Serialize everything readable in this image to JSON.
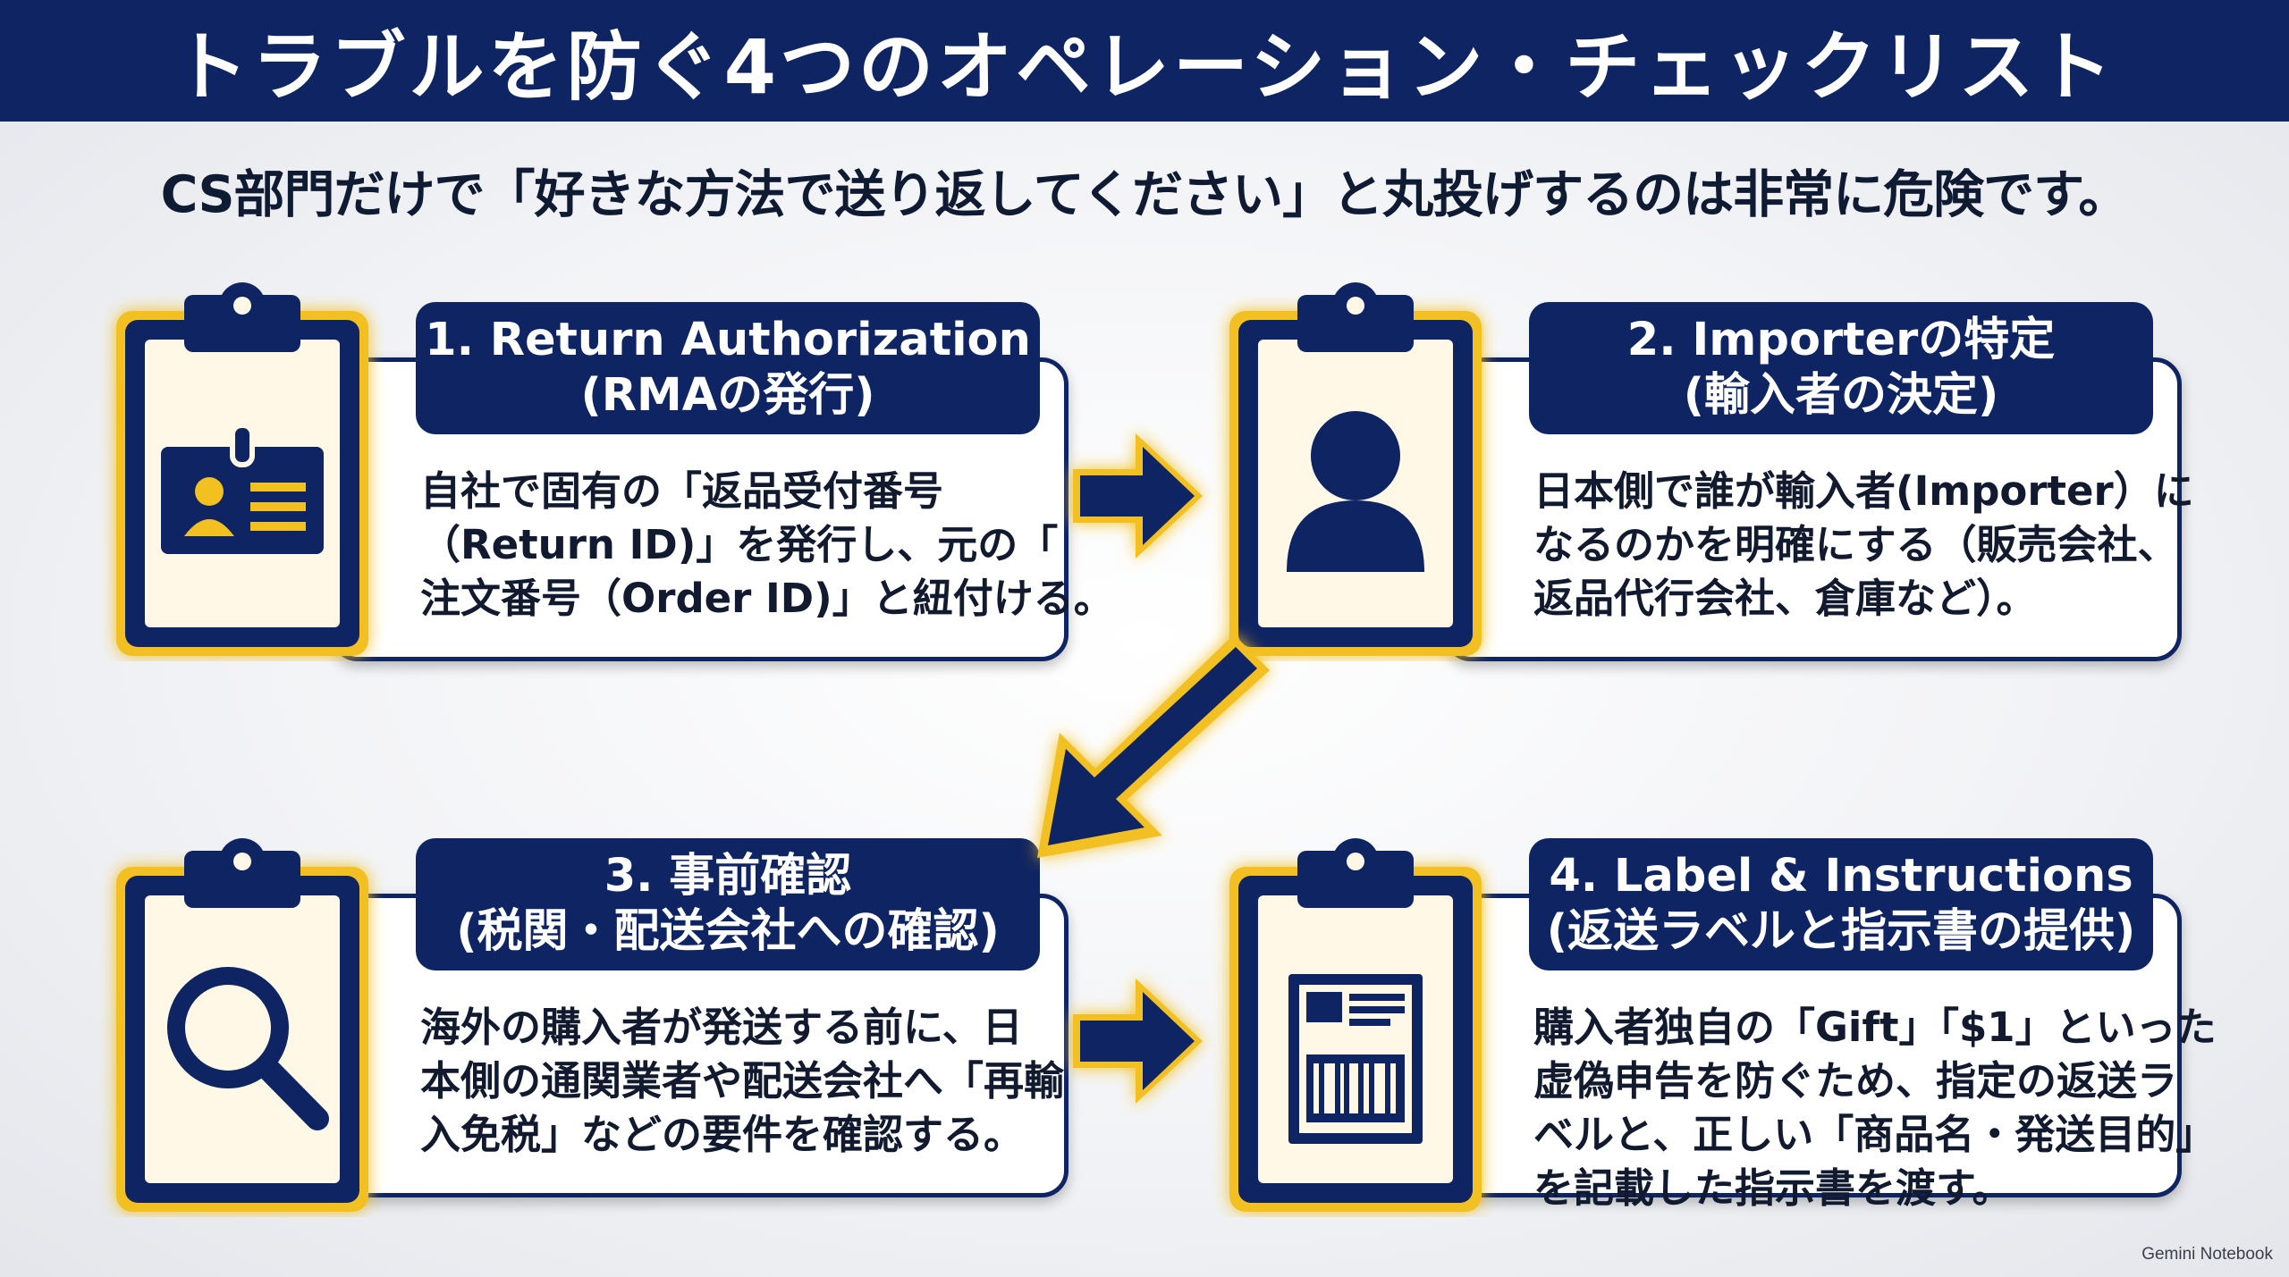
{
  "title": "トラブルを防ぐ4つのオペレーション・チェックリスト",
  "subtitle": "CS部門だけで「好きな方法で送り返してください」と丸投げするのは非常に危険です。",
  "steps": [
    {
      "head_line1": "1. Return Authorization",
      "head_line2": "(RMAの発行)",
      "body": [
        "自社で固有の「返品受付番号",
        "（Return ID)」を発行し、元の「",
        "注文番号（Order ID)」と紐付ける。"
      ],
      "icon": "id-card-icon"
    },
    {
      "head_line1": "2. Importerの特定",
      "head_line2": "(輸入者の決定)",
      "body": [
        "日本側で誰が輸入者(Importer）に",
        "なるのかを明確にする（販売会社、",
        "返品代行会社、倉庫など）。"
      ],
      "icon": "person-icon"
    },
    {
      "head_line1": "3. 事前確認",
      "head_line2": "(税関・配送会社への確認)",
      "body": [
        "海外の購入者が発送する前に、日",
        "本側の通関業者や配送会社へ「再輸",
        "入免税」などの要件を確認する。"
      ],
      "icon": "magnifier-icon"
    },
    {
      "head_line1": "4. Label & Instructions",
      "head_line2": "(返送ラベルと指示書の提供)",
      "body": [
        "購入者独自の「Gift」「$1」といった",
        "虚偽申告を防ぐため、指定の返送ラ",
        "ベルと、正しい「商品名・発送目的」",
        "を記載した指示書を渡す。"
      ],
      "icon": "shipping-label-icon"
    }
  ],
  "watermark": "Gemini Notebook",
  "colors": {
    "navy": "#0f2462",
    "gold": "#f2c021",
    "background": "#eef0f4"
  }
}
